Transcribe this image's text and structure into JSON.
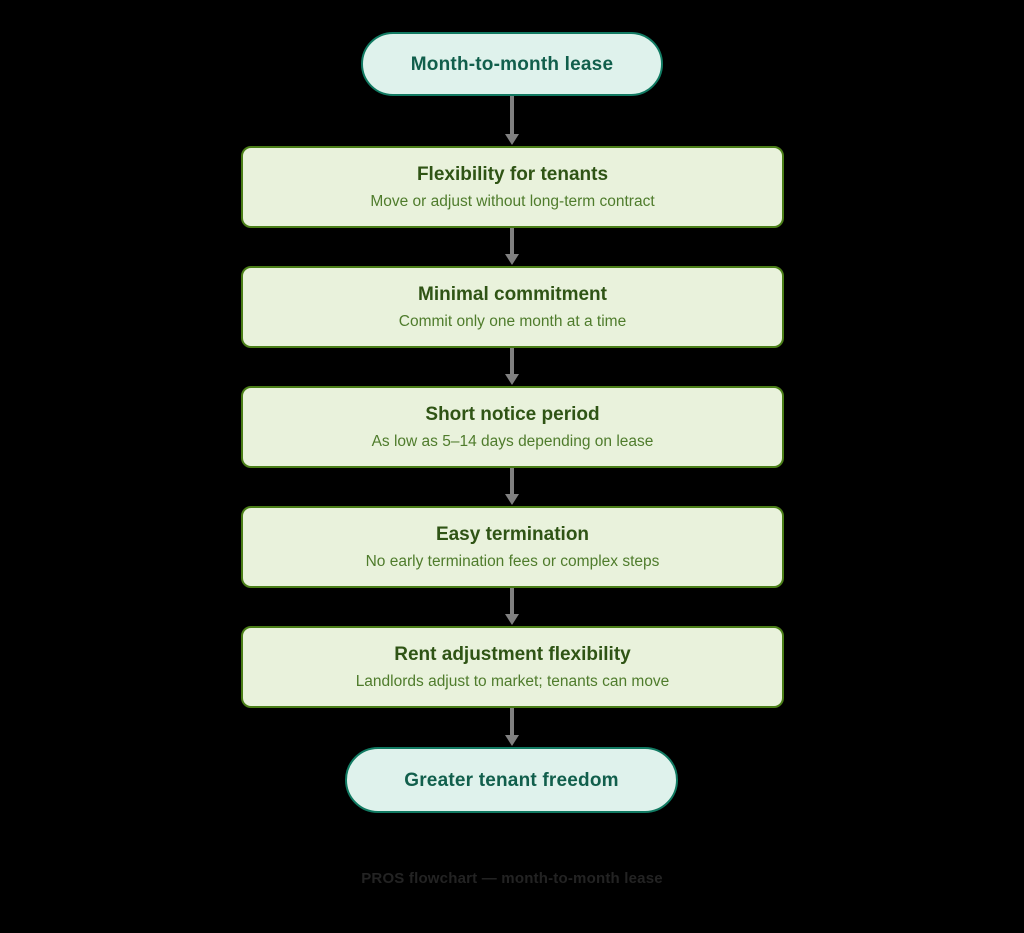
{
  "diagram": {
    "caption": "PROS flowchart — month-to-month lease",
    "colors": {
      "background": "#000000",
      "terminal_fill": "#dff2ec",
      "terminal_border": "#117a62",
      "terminal_text": "#115f4c",
      "process_fill": "#e9f2dc",
      "process_border": "#4b7f18",
      "process_title_text": "#2f5415",
      "process_subtitle_text": "#4f7c2c",
      "connector": "#808080",
      "caption_text": "#232323"
    },
    "start": {
      "label": "Month-to-month lease",
      "shape": "pill"
    },
    "end": {
      "label": "Greater tenant freedom",
      "shape": "pill"
    },
    "steps": [
      {
        "title": "Flexibility for tenants",
        "subtitle": "Move or adjust without long-term contract"
      },
      {
        "title": "Minimal commitment",
        "subtitle": "Commit only one month at a time"
      },
      {
        "title": "Short notice period",
        "subtitle": "As low as 5–14 days depending on lease"
      },
      {
        "title": "Easy termination",
        "subtitle": "No early termination fees or complex steps"
      },
      {
        "title": "Rent adjustment flexibility",
        "subtitle": "Landlords adjust to market; tenants can move"
      }
    ],
    "connectors": [
      {
        "name": "arrow-start-to-step-1"
      },
      {
        "name": "arrow-step-1-to-step-2"
      },
      {
        "name": "arrow-step-2-to-step-3"
      },
      {
        "name": "arrow-step-3-to-step-4"
      },
      {
        "name": "arrow-step-4-to-step-5"
      },
      {
        "name": "arrow-step-5-to-end"
      }
    ]
  }
}
